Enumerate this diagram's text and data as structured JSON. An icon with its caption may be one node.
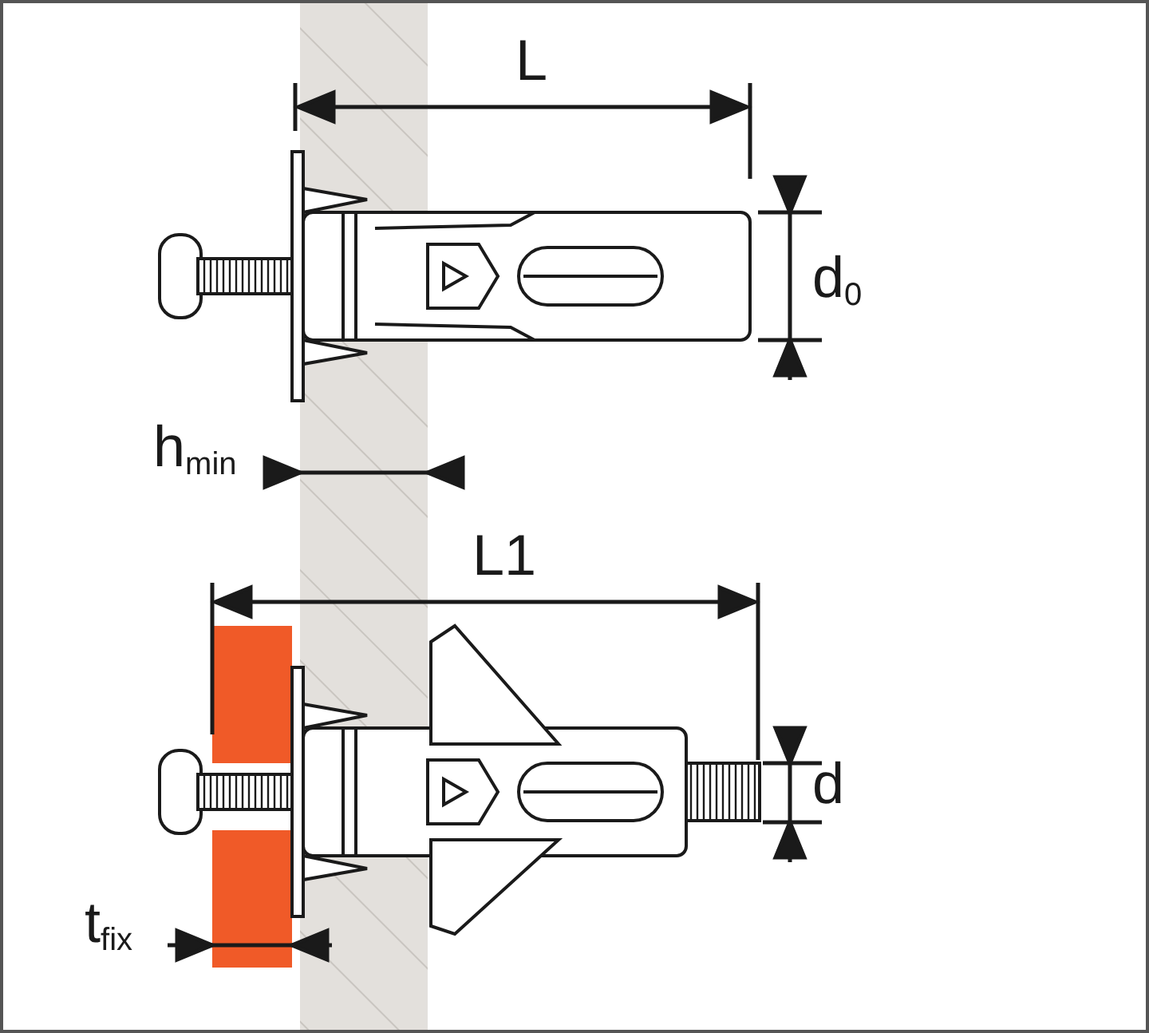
{
  "diagram": {
    "labels": [
      "L",
      "d$_{0}$",
      "h$_{min}$",
      "L1",
      "d",
      "t$_{fix}$"
    ]
  }
}
